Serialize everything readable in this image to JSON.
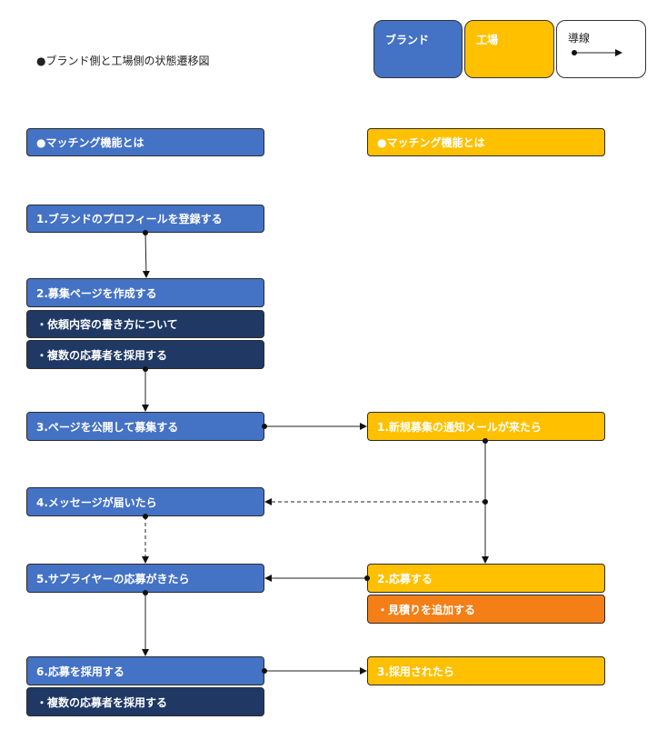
{
  "title": "●ブランド側と工場側の状態遷移図",
  "legend": {
    "brand": "ブランド",
    "factory": "工場",
    "flow": "導線"
  },
  "colors": {
    "brand": "#4472c4",
    "brand_sub": "#1f3864",
    "factory": "#ffc000",
    "factory_sub": "#f47f17"
  },
  "brand": {
    "header": "●マッチング機能とは",
    "s1": "1.ブランドのプロフィールを登録する",
    "s2": "2.募集ページを作成する",
    "s2_sub1": "・依頼内容の書き方について",
    "s2_sub2": "・複数の応募者を採用する",
    "s3": "3.ページを公開して募集する",
    "s4": "4.メッセージが届いたら",
    "s5": "5.サプライヤーの応募がきたら",
    "s6": "6.応募を採用する",
    "s6_sub1": "・複数の応募者を採用する"
  },
  "factory": {
    "header": "●マッチング機能とは",
    "s1": "1.新規募集の通知メールが来たら",
    "s2": "2.応募する",
    "s2_sub1": "・見積りを追加する",
    "s3": "3.採用されたら"
  }
}
